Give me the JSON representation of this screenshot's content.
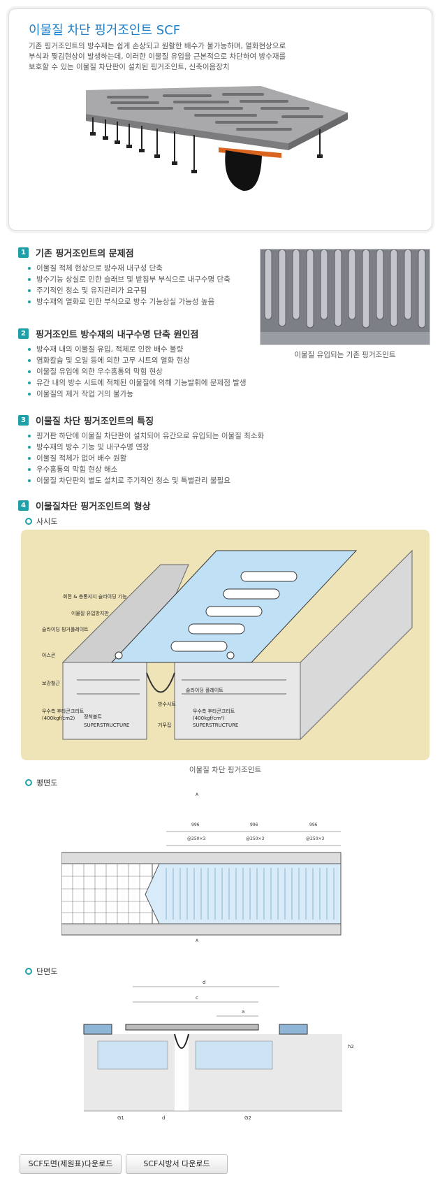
{
  "hero": {
    "title": "이물질 차단 핑거조인트 SCF",
    "desc": [
      "기존 핑거조인트의 방수재는 쉽게 손상되고 원활한 배수가 불가능하며, 열화현상으로",
      "부식과 찢김현상이 발생하는데, 이러한 이물질 유입을 근본적으로 차단하여 방수재를",
      "보호할 수 있는 이물질 차단판이 설치된 핑거조인트, 신축이음장치"
    ]
  },
  "sections": [
    {
      "num": "1",
      "title": "기존 핑거조인트의 문제점",
      "items": [
        "이물질 적체 현상으로 방수재 내구성 단축",
        "방수기능 상실로 인한 슬래브 및 받침부 부식으로 내구수명 단축",
        "주기적인 청소 및 유지관리가 요구됨",
        "방수재의 열화로 인한 부식으로 방수 기능상실 가능성 높음"
      ]
    },
    {
      "num": "2",
      "title": "핑거조인트 방수재의 내구수명 단축 원인점",
      "items": [
        "방수재 내의 이물질 유입, 적체로 인한 배수 불량",
        "염화칼슘 및 오일 등에 의한 고무 시트의 열화 현상",
        "이물질 유입에 의한 우수홈통의 막힘 현상",
        "유간 내의 방수 시트에 적체된 이물질에 의해 기능발휘에 문제점 발생",
        "이물질의 제거 작업 거의 불가능"
      ]
    },
    {
      "num": "3",
      "title": "이물질 차단 핑거조인트의 특징",
      "items": [
        "핑거판 하단에 이물질 차단판이 설치되어 유간으로 유입되는 이물질 최소화",
        "방수재의 방수 기능 및 내구수명 연장",
        "이물질 적체가 없어 배수 원활",
        "우수홈통의 막힘 현상 해소",
        "이물질 차단판의 별도 설치로 주기적인 청소 및 특별관리 불필요"
      ]
    },
    {
      "num": "4",
      "title": "이물질차단 핑거조인트의 형상",
      "items": []
    }
  ],
  "photo_caption": "이물질 유입되는 기존 핑거조인트",
  "subsections": {
    "iso": "사시도",
    "plan": "평면도",
    "section": "단면도"
  },
  "iso_labels": {
    "l1": "회전 & 층통지지 슬라이딩 기능",
    "l2": "이물질 유입방지판",
    "l3": "슬라이딩 핑거플레이트",
    "l4": "아스콘",
    "l5": "보강철근",
    "l6": "우수측 후타콘크리트",
    "l6b": "(400kgf/cm2)",
    "l7": "정착볼트",
    "l8": "SUPERSTRUCTURE",
    "l9": "방수시트",
    "l10": "거푸집",
    "l11": "슬라이딩 플레이트",
    "l12": "우수측 후타콘크리트",
    "l12b": "(400kgf/cm²)",
    "l13": "SUPERSTRUCTURE"
  },
  "iso_caption": "이물질 차단 핑거조인트",
  "plan_labels": {
    "a_top": "A",
    "a_bottom": "A",
    "w1": "996",
    "w2": "996",
    "w3": "996",
    "p1": "@250×3",
    "p2": "@250×3",
    "p3": "@250×3"
  },
  "section_labels": {
    "d_top": "d",
    "c": "c",
    "a": "a",
    "h2": "h2",
    "g1": "G1",
    "d_bottom": "d",
    "g2": "G2"
  },
  "buttons": {
    "drawing": "SCF도면(제원표)다운로드",
    "spec": "SCF시방서 다운로드"
  },
  "colors": {
    "accent": "#1e7fc9",
    "teal": "#1fa0a8",
    "iso_bg": "#efe4b8",
    "plate_blue": "#bfe0f5"
  }
}
